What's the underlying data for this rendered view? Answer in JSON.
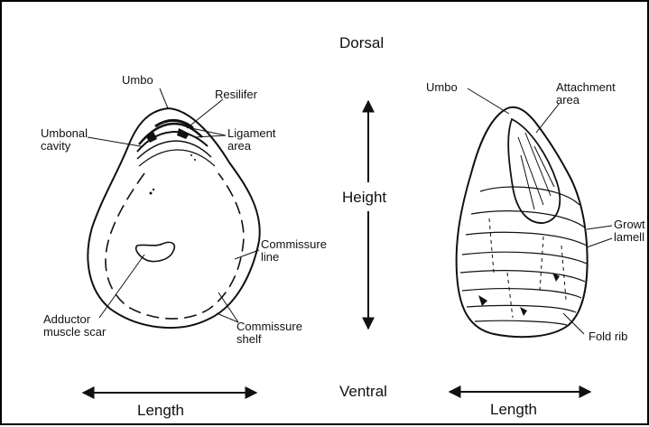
{
  "orientation": {
    "top": "Dorsal",
    "middle": "Height",
    "bottom": "Ventral"
  },
  "left_shell": {
    "labels": {
      "umbo": "Umbo",
      "resilifer": "Resilifer",
      "umbonal_cavity": "Umbonal\ncavity",
      "ligament_area": "Ligament\narea",
      "commissure_line": "Commissure\nline",
      "adductor_scar": "Adductor\nmuscle scar",
      "commissure_shelf": "Commissure\nshelf"
    },
    "length_label": "Length"
  },
  "right_shell": {
    "labels": {
      "umbo": "Umbo",
      "attachment_area": "Attachment\narea",
      "growth_lamellae": "Growt\nlamell",
      "fold_rib": "Fold rib"
    },
    "length_label": "Length"
  },
  "colors": {
    "ink": "#111111",
    "background": "#ffffff"
  }
}
